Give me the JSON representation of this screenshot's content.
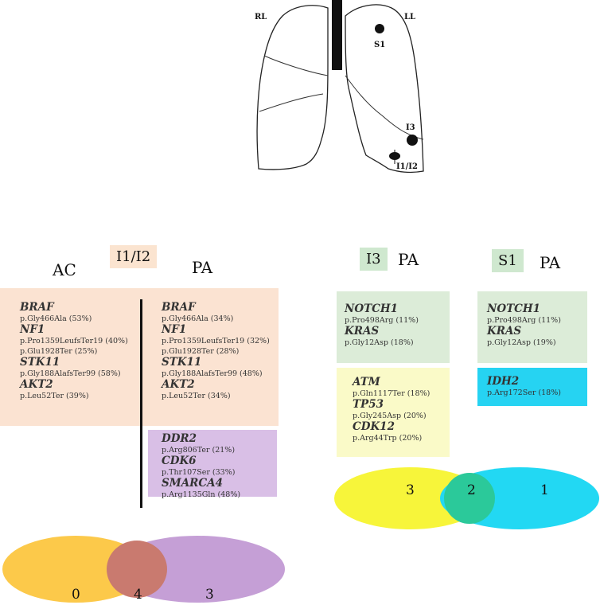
{
  "lung": {
    "rl_label": "RL",
    "ll_label": "LL",
    "s1_label": "S1",
    "i3_label": "I3",
    "i1i2_label": "I1/I2"
  },
  "left_panel": {
    "ac_label": "AC",
    "tag": "I1/I2",
    "pa_label": "PA",
    "ac_genes": [
      {
        "gene": "BRAF",
        "mutations": [
          "p.Gly466Ala (53%)"
        ]
      },
      {
        "gene": "NF1",
        "mutations": [
          "p.Pro1359LeufsTer19 (40%)",
          "p.Glu1928Ter (25%)"
        ]
      },
      {
        "gene": "STK11",
        "mutations": [
          "p.Gly188AlafsTer99 (58%)"
        ]
      },
      {
        "gene": "AKT2",
        "mutations": [
          "p.Leu52Ter (39%)"
        ]
      }
    ],
    "pa_genes": [
      {
        "gene": "BRAF",
        "mutations": [
          "p.Gly466Ala (34%)"
        ]
      },
      {
        "gene": "NF1",
        "mutations": [
          "p.Pro1359LeufsTer19 (32%)",
          "p.Glu1928Ter (28%)"
        ]
      },
      {
        "gene": "STK11",
        "mutations": [
          "p.Gly188AlafsTer99 (48%)"
        ]
      },
      {
        "gene": "AKT2",
        "mutations": [
          "p.Leu52Ter (34%)"
        ]
      }
    ],
    "pa_unique_genes": [
      {
        "gene": "DDR2",
        "mutations": [
          "p.Arg806Ter (21%)"
        ]
      },
      {
        "gene": "CDK6",
        "mutations": [
          "p.Thr107Ser (33%)"
        ]
      },
      {
        "gene": "SMARCA4",
        "mutations": [
          "p.Arg1135Gln (48%)"
        ]
      }
    ],
    "venn": {
      "left": "0",
      "overlap": "4",
      "right": "3",
      "left_color": "#fcc94a",
      "right_color": "#c59fd6",
      "overlap_color": "#c97a6f"
    }
  },
  "middle_panel": {
    "tag": "I3",
    "pa_label": "PA",
    "shared_genes": [
      {
        "gene": "NOTCH1",
        "mutations": [
          "p.Pro498Arg (11%)"
        ]
      },
      {
        "gene": "KRAS",
        "mutations": [
          "p.Gly12Asp (18%)"
        ]
      }
    ],
    "unique_genes": [
      {
        "gene": "ATM",
        "mutations": [
          "p.Gln1117Ter (18%)"
        ]
      },
      {
        "gene": "TP53",
        "mutations": [
          "p.Gly245Asp (20%)"
        ]
      },
      {
        "gene": "CDK12",
        "mutations": [
          "p.Arg44Trp (20%)"
        ]
      }
    ]
  },
  "right_panel": {
    "tag": "S1",
    "pa_label": "PA",
    "shared_genes": [
      {
        "gene": "NOTCH1",
        "mutations": [
          "p.Pro498Arg (11%)"
        ]
      },
      {
        "gene": "KRAS",
        "mutations": [
          "p.Gly12Asp (19%)"
        ]
      }
    ],
    "unique_genes": [
      {
        "gene": "IDH2",
        "mutations": [
          "p.Arg172Ser (18%)"
        ]
      }
    ]
  },
  "venn_right": {
    "left": "3",
    "overlap": "2",
    "right": "1",
    "left_color": "#f7f53a",
    "right_color": "#22d8f3",
    "overlap_color": "#2bc99a"
  }
}
